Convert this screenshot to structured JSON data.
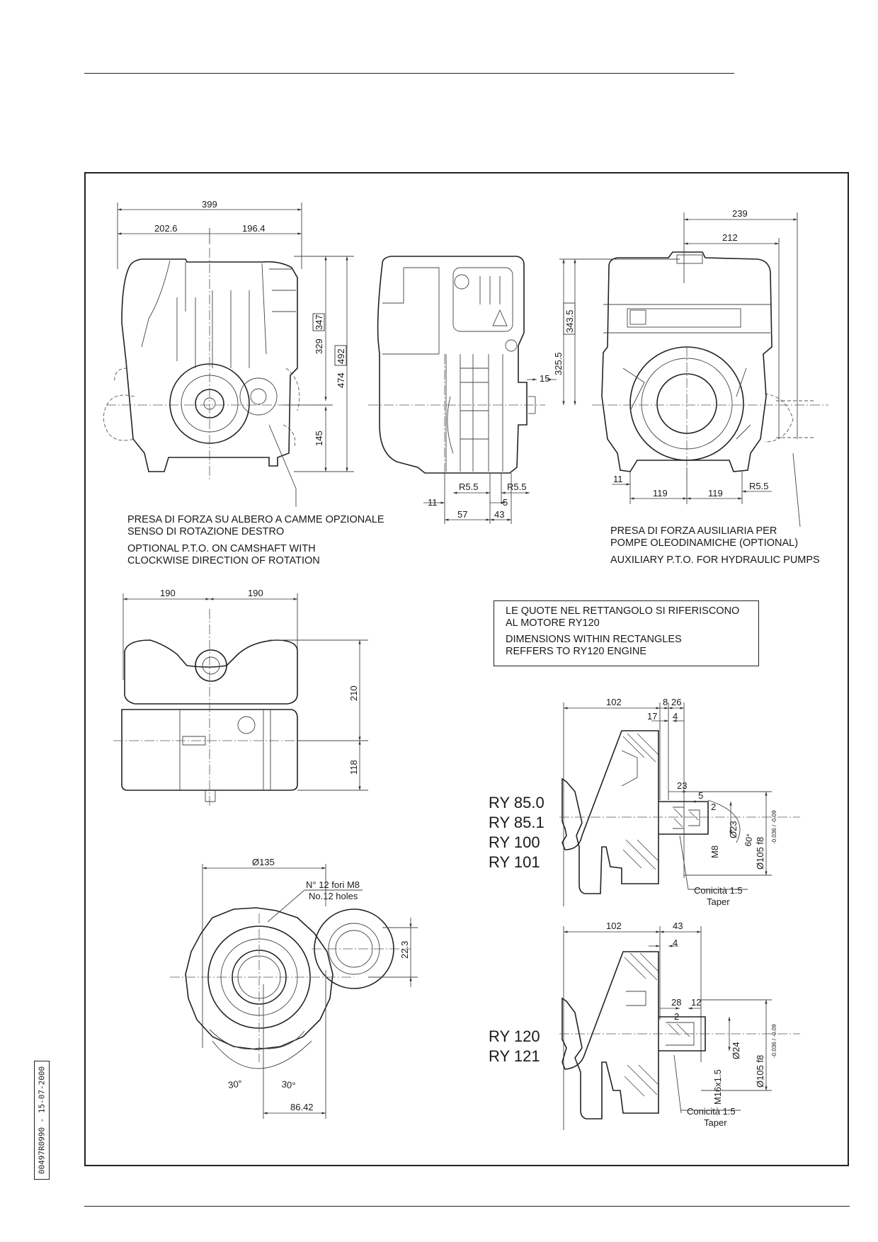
{
  "sheet": {
    "code": "00497R0990 - 15-07-2000"
  },
  "notes": {
    "camshaft_pto_it": [
      "PRESA DI FORZA SU ALBERO A CAMME OPZIONALE",
      "SENSO DI ROTAZIONE DESTRO"
    ],
    "camshaft_pto_en": [
      "OPTIONAL P.T.O. ON CAMSHAFT WITH",
      "CLOCKWISE DIRECTION OF ROTATION"
    ],
    "aux_pto_it": [
      "PRESA DI FORZA AUSILIARIA PER",
      "POMPE OLEODINAMICHE (OPTIONAL)"
    ],
    "aux_pto_en": [
      "AUXILIARY P.T.O. FOR HYDRAULIC PUMPS"
    ],
    "rectangle_it": [
      "LE QUOTE NEL RETTANGOLO SI RIFERISCONO",
      "AL MOTORE RY120"
    ],
    "rectangle_en": [
      "DIMENSIONS WITHIN RECTANGLES",
      "REFFERS TO RY120 ENGINE"
    ]
  },
  "models": {
    "group_a": [
      "RY 85.0",
      "RY 85.1",
      "RY 100",
      "RY 101"
    ],
    "group_b": [
      "RY 120",
      "RY 121"
    ]
  },
  "front_view": {
    "d_399": "399",
    "d_202_6": "202.6",
    "d_196_4": "196.4",
    "d_329": "329",
    "d_347": "347",
    "d_474": "474",
    "d_492": "492",
    "d_145": "145"
  },
  "side_view": {
    "d_15": "15",
    "d_r5_5": "R5.5",
    "d_r5_5b": "R5.5",
    "d_11": "11",
    "d_5": "5",
    "d_57": "57",
    "d_43": "43"
  },
  "rear_view": {
    "d_239": "239",
    "d_212": "212",
    "d_325_5": "325.5",
    "d_343_5": "343.5",
    "d_11": "11",
    "d_119a": "119",
    "d_119b": "119",
    "d_r5_5": "R5.5"
  },
  "top_view": {
    "d_190a": "190",
    "d_190b": "190",
    "d_210": "210",
    "d_118": "118"
  },
  "flange_view": {
    "d_135": "Ø135",
    "holes_it": "N° 12 fori M8",
    "holes_en": "No.12 holes",
    "d_22_3": "22.3",
    "a_30a": "30°",
    "a_30b": "30°",
    "d_86_42": "86.42"
  },
  "shaft_a": {
    "d_102": "102",
    "d_8": "8",
    "d_26": "26",
    "d_17": "17",
    "d_4": "4",
    "d_23": "23",
    "d_5": "5",
    "d_2": "2",
    "d_m8": "M8",
    "d_23d": "Ø23",
    "a_60": "60°",
    "d_105": "Ø105 f8",
    "tol": "-0.036 / -0.09",
    "taper_it": "Conicità 1:5",
    "taper_en": "Taper"
  },
  "shaft_b": {
    "d_102": "102",
    "d_43": "43",
    "d_4": "4",
    "d_28": "28",
    "d_12": "12",
    "d_2": "2",
    "d_m16": "M16x1.5",
    "d_24": "Ø24",
    "d_105": "Ø105 f8",
    "tol": "-0.036 / -0.09",
    "taper_it": "Conicità 1:5",
    "taper_en": "Taper"
  }
}
